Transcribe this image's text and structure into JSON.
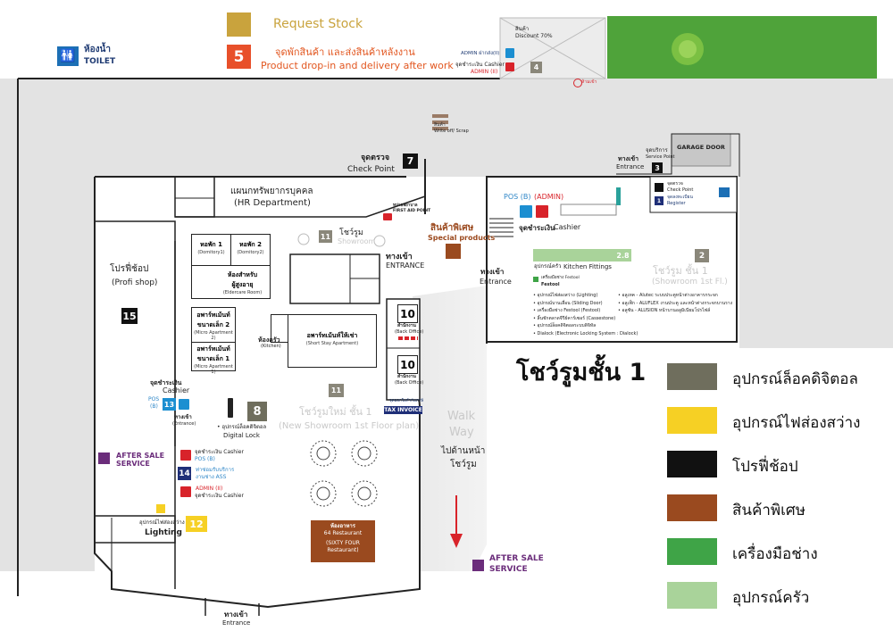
{
  "top": {
    "request_stock": "Request Stock",
    "drop_num": "5",
    "drop_th": "จุดพักสินค้า และส่งสินค้าหลังงาน",
    "drop_en": "Product drop-in and delivery after work",
    "toilet_th": "ห้องน้ำ",
    "toilet_en": "TOILET",
    "discount_th": "สินค้า",
    "discount_en": "Discount 70%",
    "admin_ii": "ADMIN ฝากส่ง(II)",
    "cashier_th": "จุดชำระเงิน",
    "cashier_en": "Cashier",
    "admin_ii_b": "ADMIN (II)",
    "zone4": "4",
    "no_entry": "ห้ามเข้า",
    "writeoff_th": "สินค้า",
    "writeoff_en": "Write off/ Scrap",
    "checkpoint_th": "จุดตรวจ",
    "checkpoint_en": "Check Point",
    "zone7": "7",
    "entrance_th": "ทางเข้า",
    "entrance_en": "Entrance",
    "service_th": "จุดบริการ",
    "service_en": "Service Point",
    "zone3": "3",
    "garage": "GARAGE DOOR"
  },
  "left": {
    "hr_th": "แผนกทรัพยากรบุคคล",
    "hr_en": "(HR Department)",
    "profi_th": "โปรฟี่ช้อป",
    "profi_en": "(Profi shop)",
    "zone15": "15",
    "cashier_th": "จุดชำระเงิน",
    "cashier_en": "Cashier",
    "pos_b": "POS",
    "pos_b2": "(B)",
    "zone13": "13",
    "entrance_th": "ทางเข้า",
    "entrance_en": "(Entrance)",
    "after_sale_1": "AFTER SALE",
    "after_sale_2": "SERVICE",
    "cashier2_th": "จุดชำระเงิน Cashier",
    "pos_b3": "POS (B)",
    "zone14": "14",
    "ass_th": "ท่าซ่อมรับบริการ",
    "ass_en": "งานช่าง ASS",
    "admin_ii": "ADMIN (II)",
    "cashier3_th": "จุดชำระเงิน Cashier",
    "lighting_th": "อุปกรณ์ไฟส่องสว่าง",
    "lighting_en": "Lighting",
    "zone12": "12"
  },
  "center": {
    "dorm1_th": "หอพัก 1",
    "dorm1_en": "(Domitory1)",
    "dorm2_th": "หอพัก 2",
    "dorm2_en": "(Domitory2)",
    "elder_th": "ห้องสำหรับ",
    "elder_th2": "ผู้สูงอายุ",
    "elder_en": "(Eldercare Room)",
    "micro2_th": "อพาร์ทเม้นท์",
    "micro2_th2": "ขนาดเล็ก 2",
    "micro2_en": "(Micro Apartment 2)",
    "micro1_th": "อพาร์ทเม้นท์",
    "micro1_th2": "ขนาดเล็ก 1",
    "micro1_en": "(Micro Apartment 1)",
    "kitchen_th": "ห้องครัว",
    "kitchen_en": "(Kitchen)",
    "short_th": "อพาร์ทเม้นท์ให้เช่า",
    "short_en": "(Short Stay Apartment)",
    "showroom_num": "11",
    "showroom_th": "โชว์รูม",
    "showroom_en": "Showroom",
    "firstaid_th": "หน่วยพยาบาล",
    "firstaid_en": "FIRST AID POINT",
    "special_th": "สินค้าพิเศษ",
    "special_en": "Special products",
    "entrance_th": "ทางเข้า",
    "entrance_en": "ENTRANCE",
    "backoffice_num": "10",
    "backoffice_th": "สำนักงาน",
    "backoffice_en": "(Back Office)",
    "backoffice2_num": "10",
    "taxinvoice_th": "จุดออกใบกำกับภาษี",
    "taxinvoice_en": "TAX INVOICE",
    "newshow_num": "11",
    "newshow_th": "โชว์รูมใหม่ ชั้น 1",
    "newshow_en": "(New Showroom 1st Floor plan)",
    "digital_num": "8",
    "digital_th": "• อุปกรณ์ล็อคดิจิตอล",
    "digital_en": "Digital Lock",
    "walk1": "Walk",
    "walk2": "Way",
    "front_th": "ไปด้านหน้า",
    "front_th2": "โชว์รูม",
    "rest_th": "ห้องอาหาร",
    "rest_en": "64 Restaurant",
    "rest_en2": "(SIXTY FOUR",
    "rest_en3": "Restaurant)",
    "bottom_entrance_th": "ทางเข้า",
    "bottom_entrance_en": "Entrance",
    "after_sale_1": "AFTER SALE",
    "after_sale_2": "SERVICE"
  },
  "right": {
    "pos_b": "POS (B)",
    "admin": "(ADMIN)",
    "cashier_th": "จุดชำระเงิน",
    "cashier_en": "Cashier",
    "entrance_th": "ทางเข้า",
    "entrance_en": "Entrance",
    "checkpoint_th": "จุดตรวจ",
    "checkpoint_en": "Check Point",
    "register_th": "จุดลงทะเบียน",
    "register_en": "Register",
    "reg_num": "1",
    "kitchen_th": "อุปกรณ์ครัว",
    "kitchen_en": "Kitchen Fittings",
    "zone28": "2.8",
    "zone2": "2",
    "showroom_th": "โชว์รูม ชั้น 1",
    "showroom_en": "(Showroom 1st Fl.)",
    "festool_th": "เครื่องมือช่าง Festool",
    "festool_en": "Festool",
    "items_left": [
      "อุปกรณ์ไฟส่องสว่าง (Lighting)",
      "อุปกรณ์บานเลื่อน (Sliding Door)",
      "เครื่องมือช่าง Festool (Festool)",
      "ลิ้นชักตลาดจีรีย์คาร์เซอร์ (Cassestone)",
      "อุปกรณ์ล็อคดิจิตอลระบบดิจิทัล",
      "Dialock (Electronic Locking System : Dialock)"
    ],
    "items_right": [
      "อลูเทค - Alutec ระบบประตูหน้าต่างอาคารกระจก",
      "อลูเฟ็ก - ALUFLEX งานประตู และหน้าต่างกระจกบานราง",
      "อลูซัน - ALUSION หน้าบานอลูมิเนียมโปรไฟล์"
    ]
  },
  "title": "โชว์รูมชั้น 1",
  "legend": [
    {
      "label": "อุปกรณ์ล็อคดิจิตอล",
      "color": "#6f6e5d"
    },
    {
      "label": "อุปกรณ์ไฟส่องสว่าง",
      "color": "#f6d024"
    },
    {
      "label": "โปรฟี่ช้อป",
      "color": "#111111"
    },
    {
      "label": "สินค้าพิเศษ",
      "color": "#9a4a1f"
    },
    {
      "label": "เครื่องมือช่าง",
      "color": "#3fa447"
    },
    {
      "label": "อุปกรณ์ครัว",
      "color": "#a9d39a"
    }
  ],
  "colors": {
    "corridor": "#e3e3e3",
    "gold": "#c9a33d",
    "orange": "#e8502a",
    "grass": "#4fa33a",
    "navy": "#1f2f78",
    "purple": "#6b2d7b",
    "brown": "#9a4a1f"
  }
}
